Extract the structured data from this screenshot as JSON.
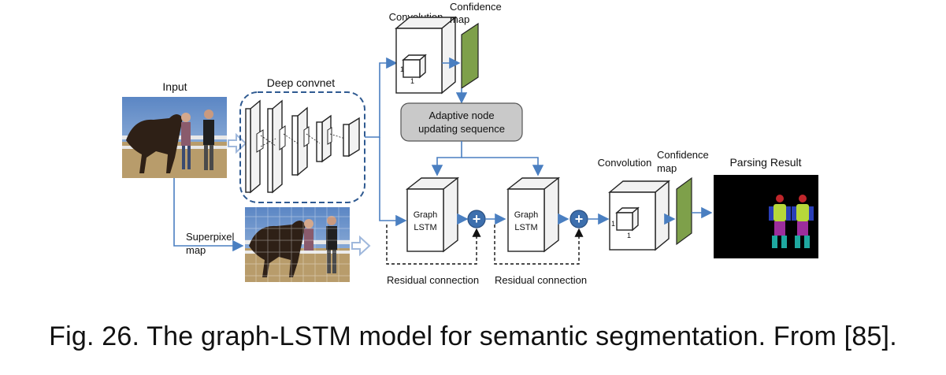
{
  "labels": {
    "input": "Input",
    "deep_convnet": "Deep convnet",
    "convolution_top": "Convolution",
    "confidence_top_1": "Confidence",
    "confidence_top_2": "map",
    "adaptive_1": "Adaptive node",
    "adaptive_2": "updating sequence",
    "graph_1": "Graph",
    "lstm": "LSTM",
    "residual_1": "Residual connection",
    "residual_2": "Residual connection",
    "superpixel_1": "Superpixel",
    "superpixel_2": "map",
    "convolution_bottom": "Convolution",
    "confidence_bottom_1": "Confidence",
    "confidence_bottom_2": "map",
    "parsing_result": "Parsing Result",
    "kernel_one": "1",
    "plus": "+"
  },
  "caption": "Fig. 26. The graph-LSTM model for semantic segmentation. From [85].",
  "colors": {
    "arrow": "#4a7fc1",
    "confidence_map": "#7ea04a",
    "adaptive_box": "#c9c9c9",
    "plus_node": "#3d6fad",
    "parsing_background": "#000000"
  }
}
